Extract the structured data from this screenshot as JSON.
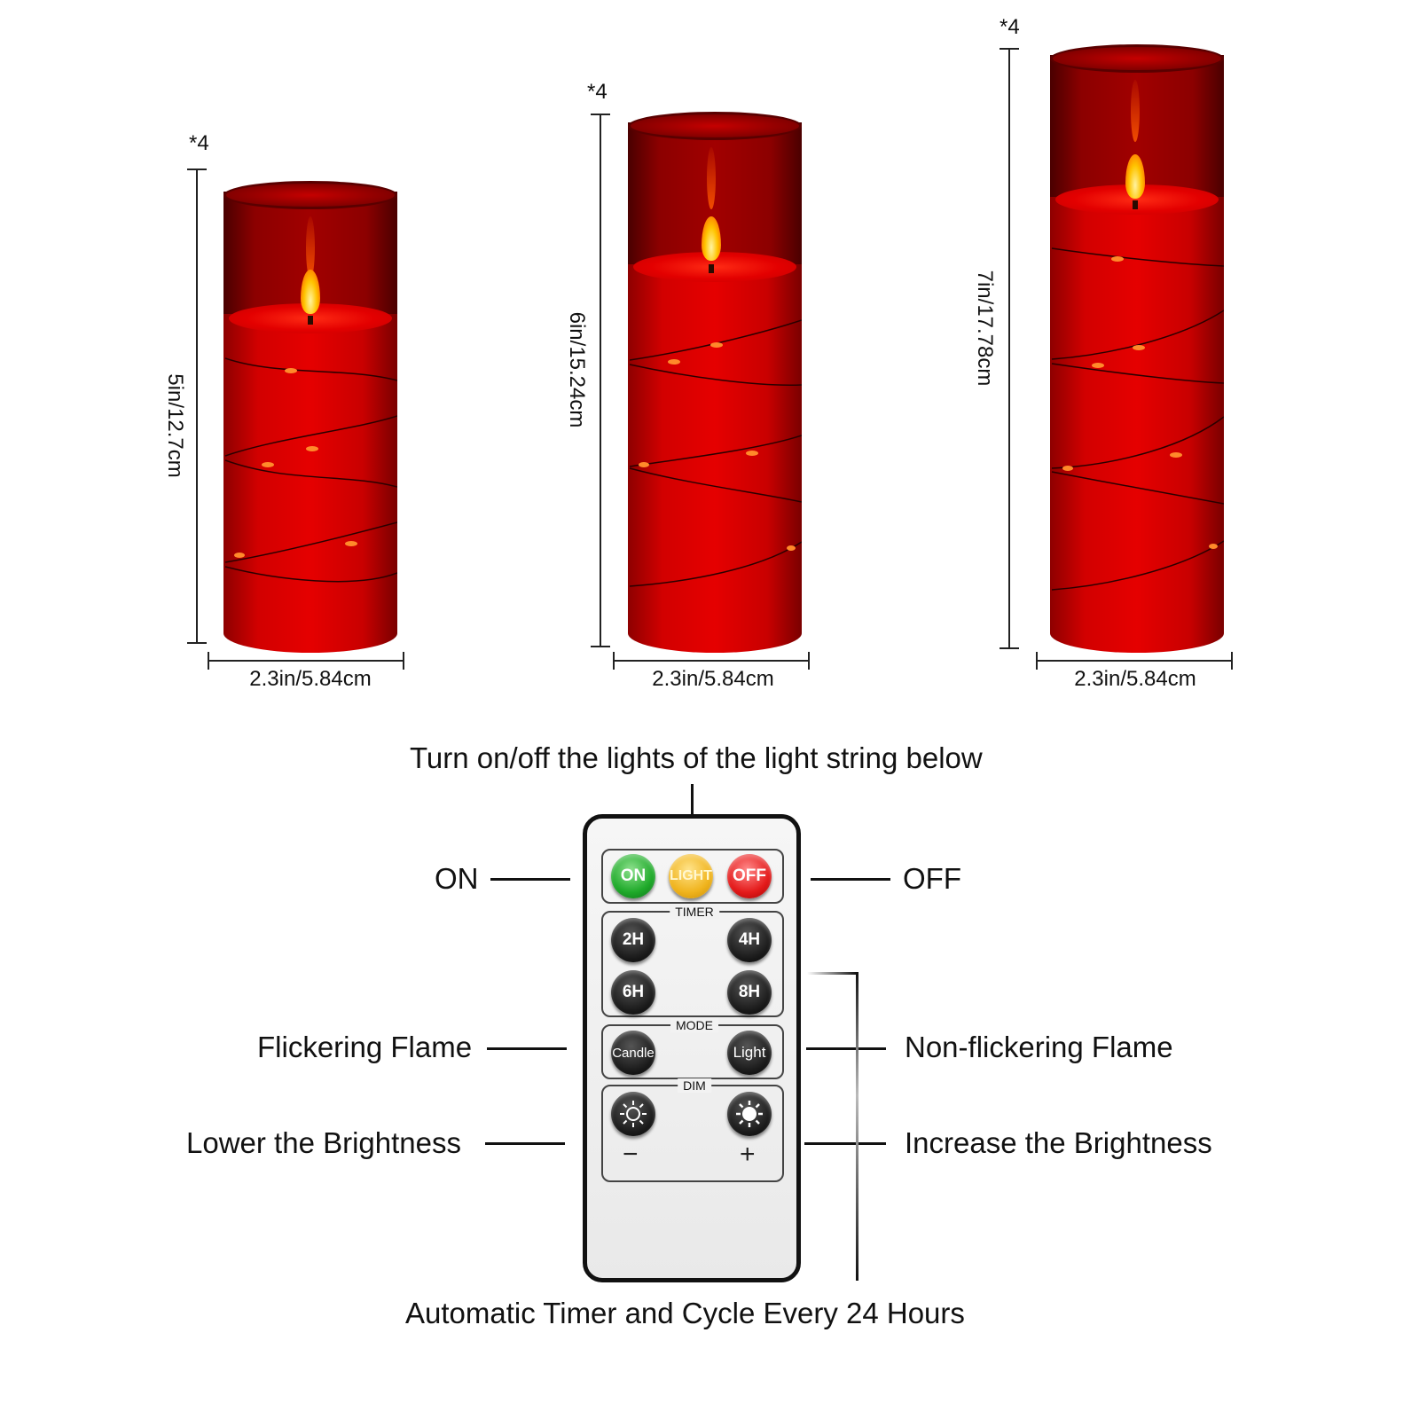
{
  "candles": [
    {
      "quantity": "*4",
      "height_label": "5in/12.7cm",
      "width_label": "2.3in/5.84cm"
    },
    {
      "quantity": "*4",
      "height_label": "6in/15.24cm",
      "width_label": "2.3in/5.84cm"
    },
    {
      "quantity": "*4",
      "height_label": "7in/17.78cm",
      "width_label": "2.3in/5.84cm"
    }
  ],
  "callouts": {
    "top": "Turn on/off the lights of the light string below",
    "on": "ON",
    "off": "OFF",
    "flicker": "Flickering Flame",
    "nonflicker": "Non-flickering Flame",
    "lower": "Lower the Brightness",
    "increase": "Increase the Brightness",
    "bottom": "Automatic Timer and Cycle Every 24 Hours"
  },
  "remote": {
    "power": {
      "on": "ON",
      "light": "LIGHT",
      "off": "OFF"
    },
    "timer": {
      "label": "TIMER",
      "b2h": "2H",
      "b4h": "4H",
      "b6h": "6H",
      "b8h": "8H"
    },
    "mode": {
      "label": "MODE",
      "candle": "Candle",
      "light": "Light"
    },
    "dim": {
      "label": "DIM",
      "minus": "−",
      "plus": "+"
    }
  },
  "colors": {
    "wax": "#e00000",
    "flame": "#ffc400",
    "on_button": "#1faa2a",
    "light_button": "#f0b41e",
    "off_button": "#e41b1b"
  }
}
